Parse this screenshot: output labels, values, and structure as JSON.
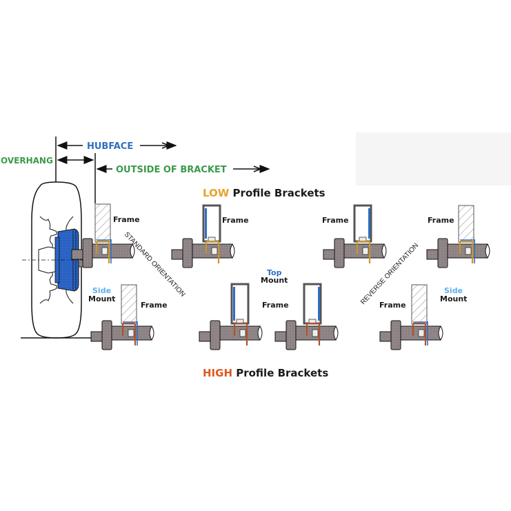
{
  "colors": {
    "hubface": "#2f6fc0",
    "overhang": "#3a9a4a",
    "outside_of_bracket": "#3a9a4a",
    "low": "#e8a22a",
    "high": "#dd5a1f",
    "side": "#5ab0ee",
    "top": "#2f6fc0",
    "drum": "#2a63c4",
    "axle": "#8f8485",
    "bracket_low": "#c9962e",
    "bracket_high": "#b0502a",
    "plate_blue": "#2f6fc0",
    "text_dark": "#1a1a1a"
  },
  "dimensions": {
    "hubface": "HUBFACE",
    "overhang": "OVERHANG",
    "outside_of_bracket": "OUTSIDE OF BRACKET"
  },
  "headings": {
    "low_prefix": "LOW",
    "low_suffix": " Profile Brackets",
    "high_prefix": "HIGH",
    "high_suffix": " Profile Brackets"
  },
  "orientations": {
    "standard": "STANDARD ORIENTATION",
    "reverse": "REVERSE ORIENTATION"
  },
  "mounts": {
    "side_left": {
      "line1": "Side",
      "line2": "Mount"
    },
    "top_center": {
      "line1": "Top",
      "line2": "Mount"
    },
    "side_right": {
      "line1": "Side",
      "line2": "Mount"
    }
  },
  "frame_label": "Frame",
  "assemblies": [
    {
      "id": "main-standard-side-low",
      "frame": "solid",
      "bracket": "low",
      "plate": "side"
    },
    {
      "id": "standard-top-low",
      "frame": "channel",
      "bracket": "low",
      "plate": "left"
    },
    {
      "id": "reverse-top-low",
      "frame": "channel",
      "bracket": "low",
      "plate": "right"
    },
    {
      "id": "reverse-side-low",
      "frame": "solid",
      "bracket": "low",
      "plate": "side"
    },
    {
      "id": "standard-side-high",
      "frame": "solid",
      "bracket": "high",
      "plate": "side"
    },
    {
      "id": "standard-top-high",
      "frame": "channel",
      "bracket": "high",
      "plate": "left"
    },
    {
      "id": "reverse-top-high",
      "frame": "channel",
      "bracket": "high",
      "plate": "right"
    },
    {
      "id": "reverse-side-high",
      "frame": "solid",
      "bracket": "high",
      "plate": "side"
    }
  ]
}
